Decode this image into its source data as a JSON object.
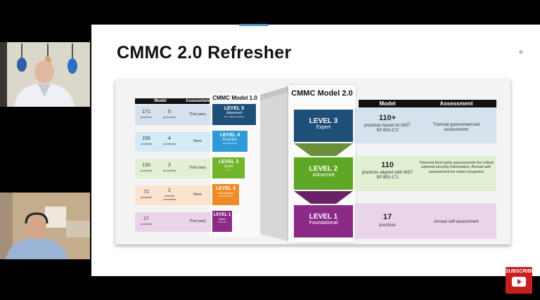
{
  "slide": {
    "title": "CMMC 2.0 Refresher"
  },
  "model1": {
    "header": "CMMC Model 1.0",
    "col_model": "Model",
    "col_assessment": "Assessment",
    "rows": [
      {
        "practices": "171",
        "practices_label": "practices",
        "processes": "5",
        "processes_label": "processes",
        "assessment": "Third party",
        "level": "LEVEL 5",
        "name": "Advanced",
        "desc": "CUI, critical programs",
        "color": "#1f4e79",
        "bg": "#d5e1ec"
      },
      {
        "practices": "156",
        "practices_label": "practices",
        "processes": "4",
        "processes_label": "processes",
        "assessment": "None",
        "level": "LEVEL 4",
        "name": "Proactive",
        "desc": "Transition level",
        "color": "#2e9ad6",
        "bg": "#d3ebf7"
      },
      {
        "practices": "130",
        "practices_label": "practices",
        "processes": "3",
        "processes_label": "processes",
        "assessment": "Third party",
        "level": "LEVEL 3",
        "name": "Good",
        "desc": "CUI",
        "color": "#72b52b",
        "bg": "#e1efd2"
      },
      {
        "practices": "72",
        "practices_label": "practices",
        "processes": "2",
        "processes_label": "maturity processes",
        "assessment": "None",
        "level": "LEVEL 2",
        "name": "Intermediate",
        "desc": "Transition level",
        "color": "#f08a24",
        "bg": "#fbe3ce"
      },
      {
        "practices": "17",
        "practices_label": "practices",
        "processes": "",
        "processes_label": "",
        "assessment": "Third party",
        "level": "LEVEL 1",
        "name": "Basic",
        "desc": "FCI only",
        "color": "#8b2a87",
        "bg": "#ead4e9"
      }
    ]
  },
  "model2": {
    "header": "CMMC Model 2.0",
    "col_model": "Model",
    "col_assessment": "Assessment",
    "rows": [
      {
        "level": "LEVEL 3",
        "name": "Expert",
        "value": "110+",
        "desc": "practices based on NIST SP 800-172",
        "assessment": "Triennial government-led assessments",
        "color": "#1f4e79",
        "bg": "#d5e1ec"
      },
      {
        "level": "LEVEL 2",
        "name": "Advanced",
        "value": "110",
        "desc": "practices aligned with NIST SP 800-171",
        "assessment": "Triennial third party assessments for critical national security information; Annual self-assessment for select programs",
        "color": "#5fa826",
        "bg": "#e1efd2"
      },
      {
        "level": "LEVEL 1",
        "name": "Foundational",
        "value": "17",
        "desc": "practices",
        "assessment": "Annual self-assessment",
        "color": "#8b2a87",
        "bg": "#ead4e9"
      }
    ]
  },
  "subscribe": {
    "label": "SUBSCRIBE",
    "icon": "play-icon"
  }
}
